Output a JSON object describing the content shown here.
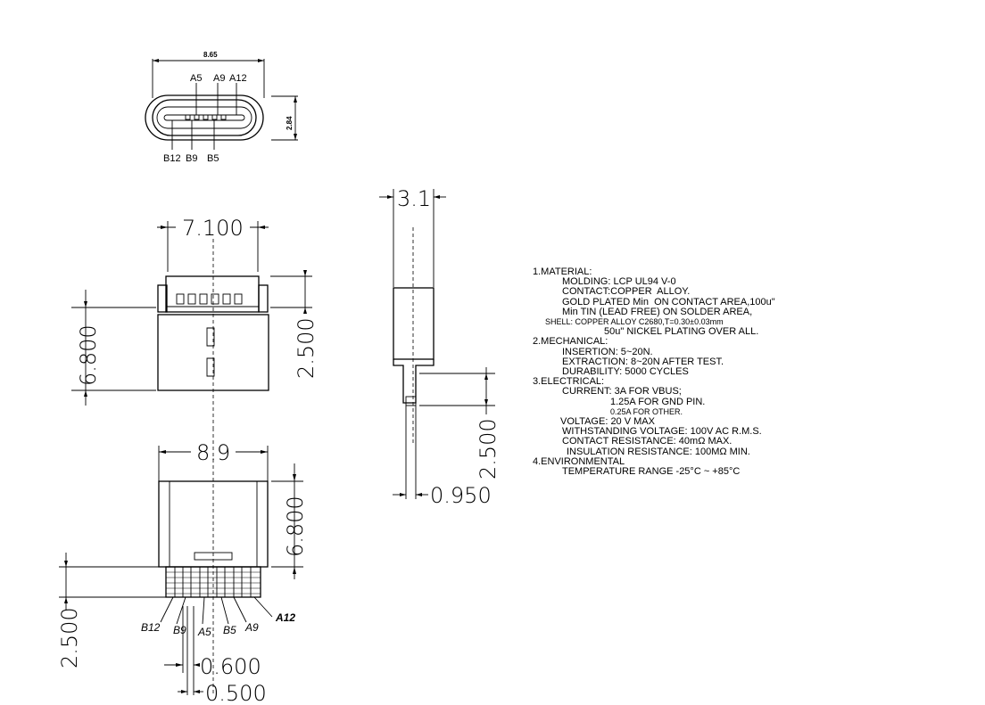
{
  "top_view": {
    "width_dim": "8.65",
    "height_dim": "2.84",
    "top_pins": [
      "A5",
      "A9",
      "A12"
    ],
    "bottom_pins": [
      "B12",
      "B9",
      "B5"
    ]
  },
  "front_view": {
    "width_dim": "7.100",
    "height_dim": "6.800",
    "pin_height_dim": "2.500"
  },
  "bottom_view": {
    "width_dim": "8.9",
    "height_dim": "6.800",
    "lead_dim": "2.500",
    "pitch_dim_1": "0.600",
    "pitch_dim_2": "0.500",
    "pins": [
      "B12",
      "B9",
      "A5",
      "B5",
      "A9",
      "A12"
    ]
  },
  "side_view": {
    "width_dim": "3.1",
    "lead_height_dim": "2.500",
    "lead_width_dim": "0.950"
  },
  "specs": {
    "l1": "1.MATERIAL:",
    "l2": "MOLDING: LCP UL94 V-0",
    "l3": "CONTACT:COPPER  ALLOY.",
    "l4": "GOLD PLATED Min  ON CONTACT AREA,100u\"",
    "l5": "Min TIN (LEAD FREE) ON SOLDER AREA,",
    "l6": "SHELL: COPPER ALLOY C2680,T=0.30±0.03mm",
    "l7": "50u\" NICKEL PLATING OVER ALL.",
    "l8": "2.MECHANICAL:",
    "l9": "INSERTION: 5~20N.",
    "l10": "EXTRACTION: 8~20N AFTER TEST.",
    "l11": "DURABILITY: 5000 CYCLES",
    "l12": "3.ELECTRICAL:",
    "l13": "CURRENT: 3A FOR VBUS;",
    "l14": "1.25A FOR GND PIN.",
    "l15": "0.25A FOR OTHER.",
    "l16": "VOLTAGE: 20 V MAX",
    "l17": "WITHSTANDING VOLTAGE: 100V AC R.M.S.",
    "l18": "CONTACT RESISTANCE: 40mΩ MAX.",
    "l19": "INSULATION RESISTANCE: 100MΩ MIN.",
    "l20": "4.ENVIRONMENTAL",
    "l21": "TEMPERATURE RANGE -25°C ~ +85°C"
  }
}
